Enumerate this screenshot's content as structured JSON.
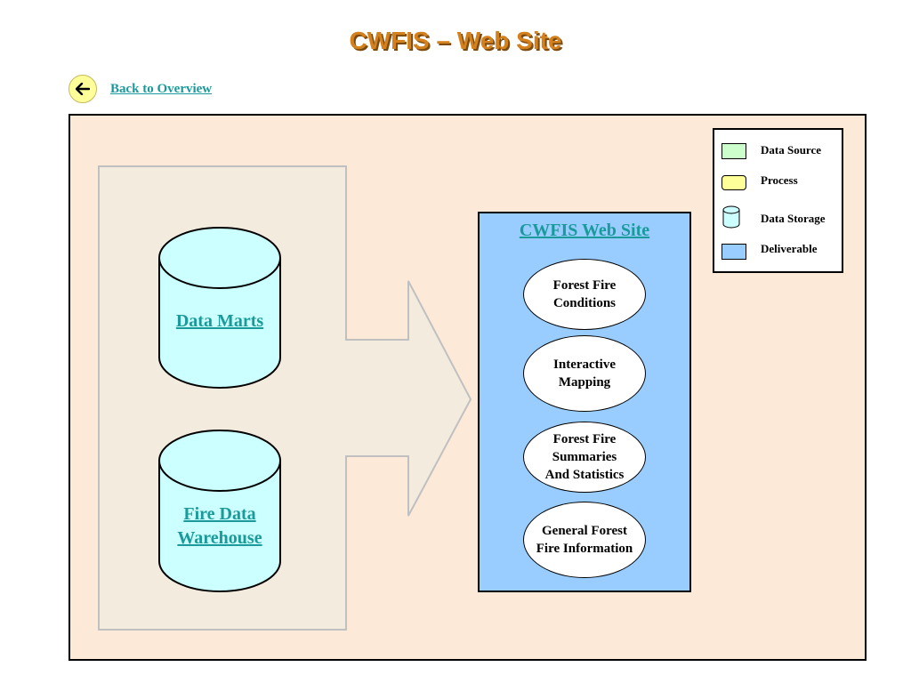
{
  "header": {
    "title": "CWFIS – Web Site"
  },
  "nav": {
    "back_icon": "arrow-left-icon",
    "back_link": "Back to Overview"
  },
  "sources": {
    "data_marts": "Data Marts",
    "fire_warehouse_line1": "Fire Data",
    "fire_warehouse_line2": "Warehouse"
  },
  "web_site": {
    "title": "CWFIS Web Site",
    "items": [
      {
        "line1": "Forest Fire",
        "line2": "Conditions",
        "line3": ""
      },
      {
        "line1": "Interactive",
        "line2": "Mapping",
        "line3": ""
      },
      {
        "line1": "Forest Fire",
        "line2": "Summaries",
        "line3": "And Statistics"
      },
      {
        "line1": "General Forest",
        "line2": "Fire Information",
        "line3": ""
      }
    ]
  },
  "legend": {
    "data_source": "Data Source",
    "process": "Process",
    "data_storage": "Data Storage",
    "deliverable": "Deliverable"
  },
  "colors": {
    "panel_bg": "#fde9d8",
    "source_bg": "#f3ebde",
    "cylinder_fill": "#ccffff",
    "deliverable_fill": "#99ccff",
    "process_fill": "#ffff99",
    "data_source_fill": "#ccffcc",
    "link": "#1a9a9a",
    "title": "#d4801c"
  }
}
